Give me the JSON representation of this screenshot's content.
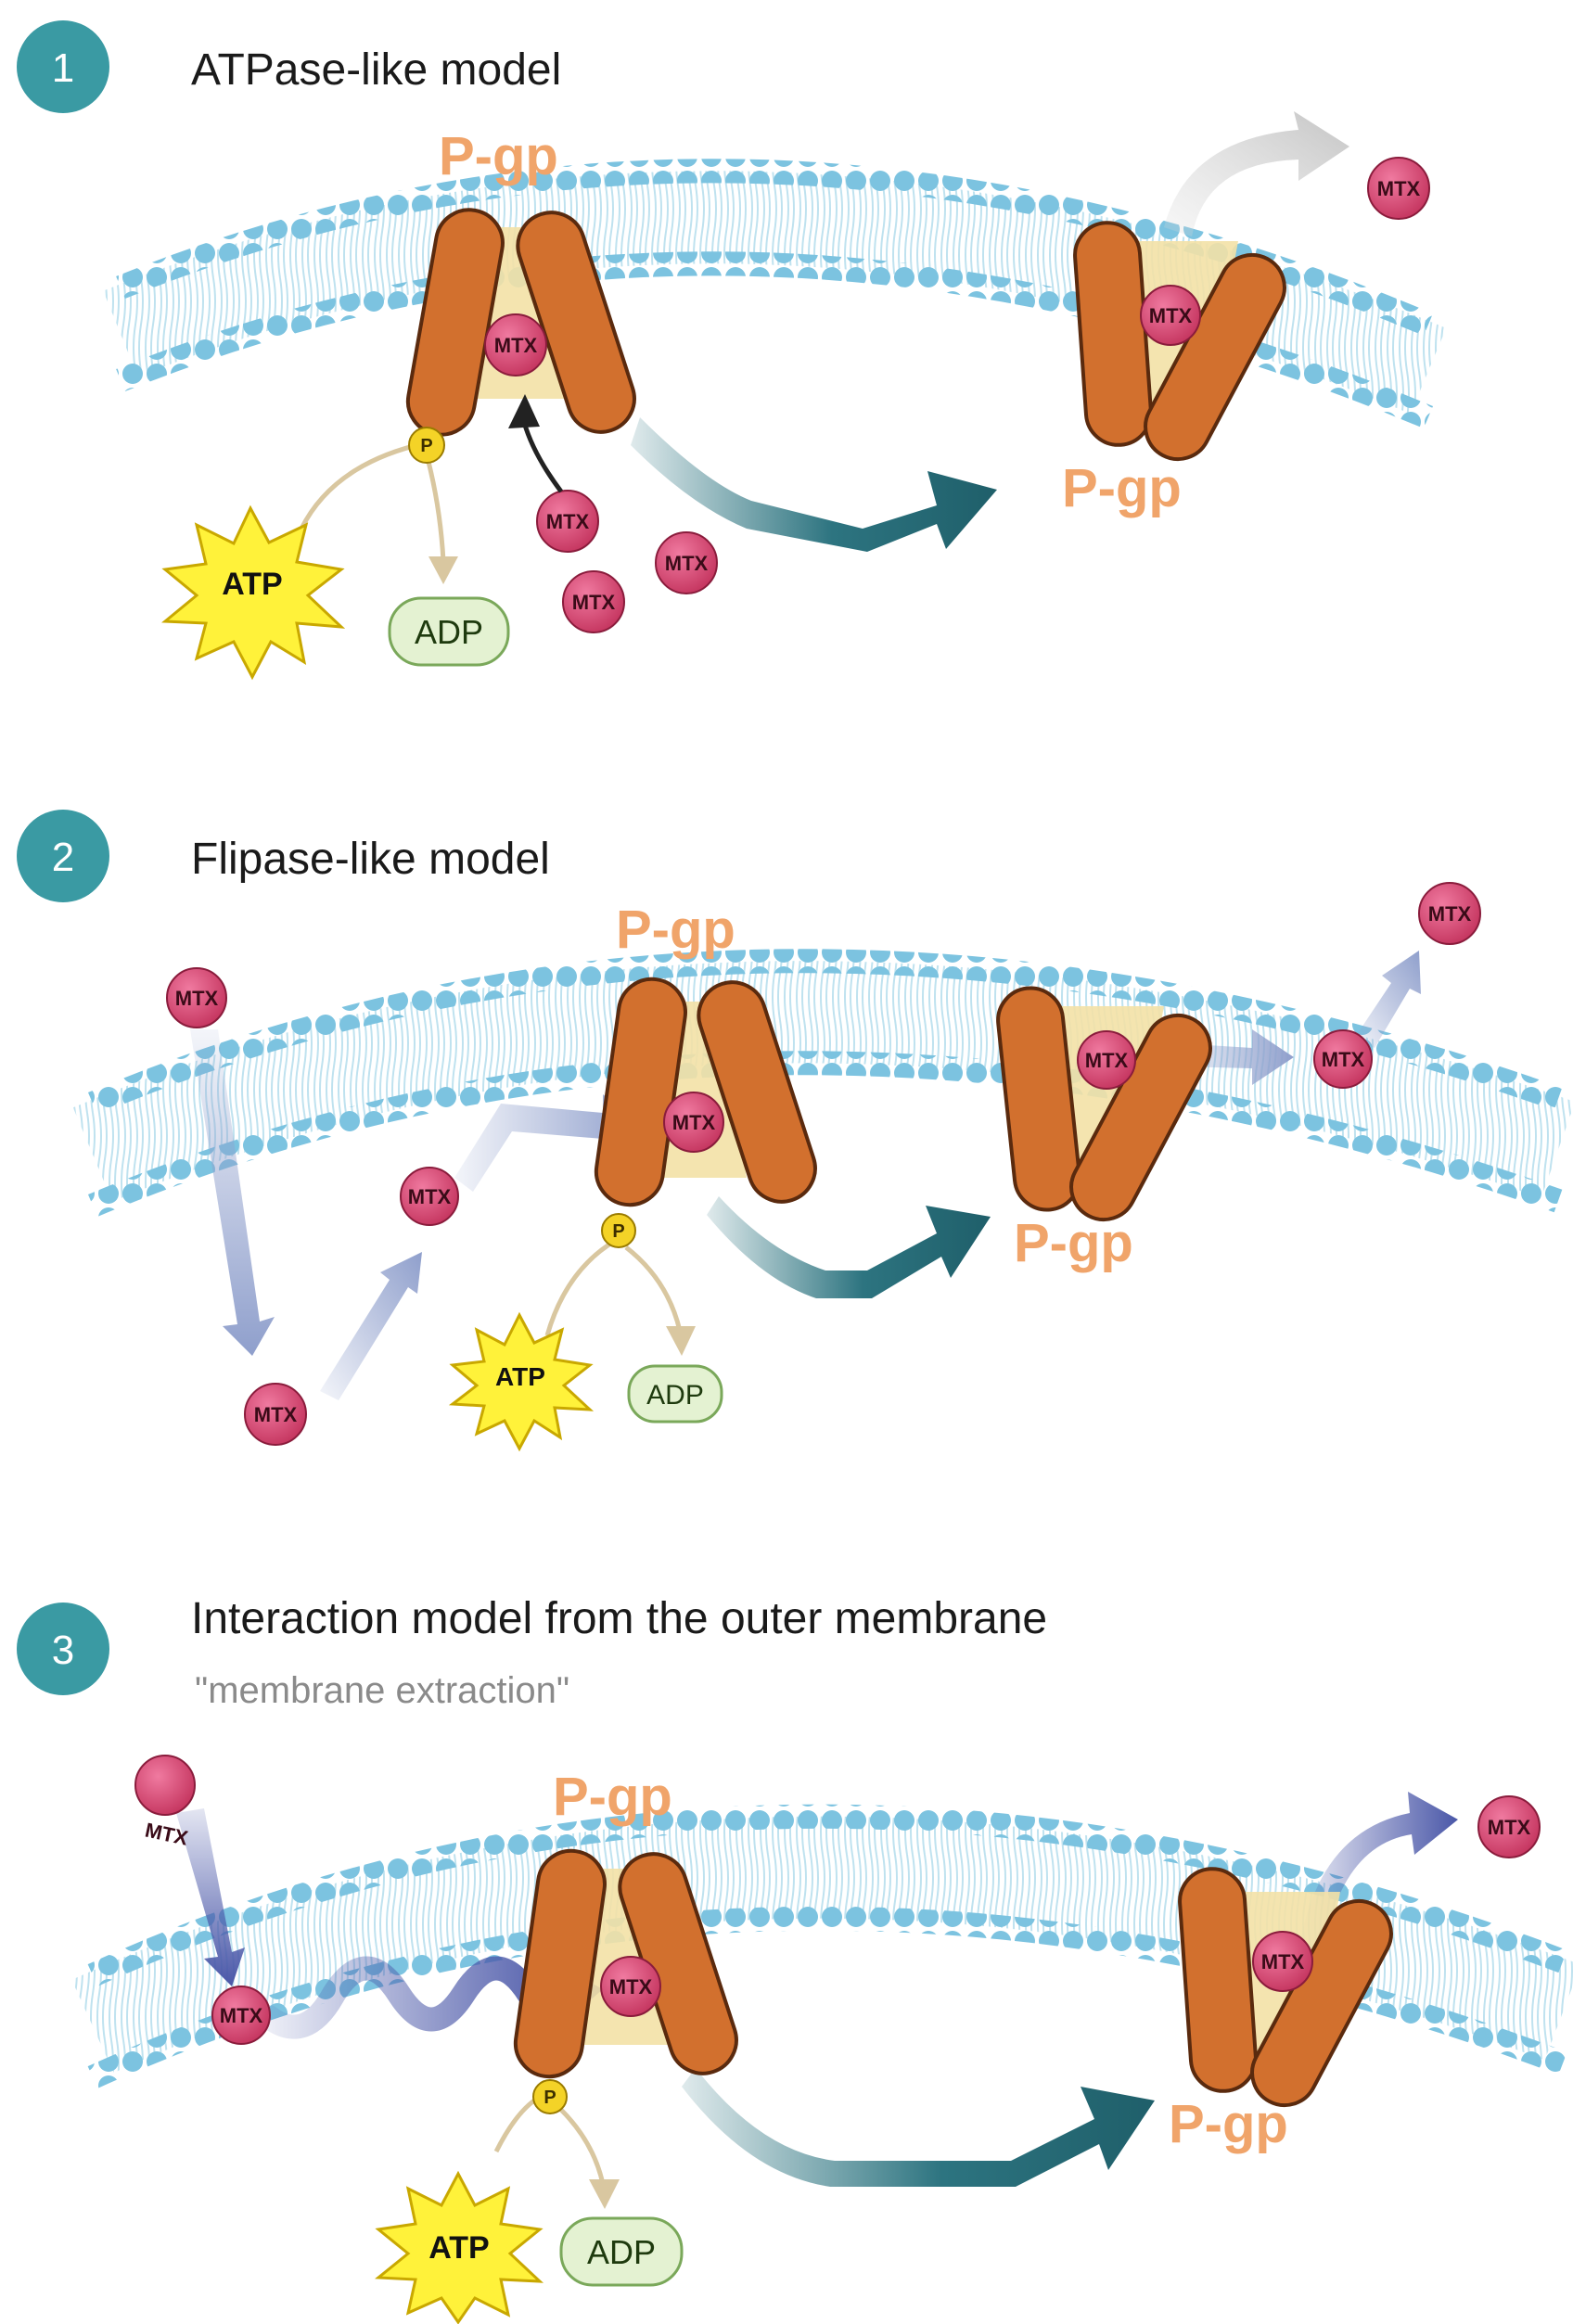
{
  "sections": [
    {
      "number": "1",
      "title": "ATPase-like model"
    },
    {
      "number": "2",
      "title": "Flipase-like model"
    },
    {
      "number": "3",
      "title": "Interaction model from the outer membrane",
      "subtitle": "\"membrane extraction\""
    }
  ],
  "labels": {
    "pgp": "P-gp",
    "mtx": "MTX",
    "atp": "ATP",
    "adp": "ADP",
    "phosphate": "P"
  },
  "colors": {
    "badge": "#3a9aa3",
    "membrane_head": "#7cc3e0",
    "membrane_tail": "#bfe2ef",
    "protein": "#d2702e",
    "protein_outline": "#5a2a0e",
    "pore": "#f3e1a6",
    "pgp_label": "#f0a46a",
    "mtx": "#d9446e",
    "atp": "#fff23a",
    "adp_fill": "#e4f2d2",
    "adp_outline": "#7aa85a",
    "transition_arrow": "#2d7480",
    "flow_arrow": "#8f9fcc",
    "extraction_arrow": "#4a57a8"
  }
}
